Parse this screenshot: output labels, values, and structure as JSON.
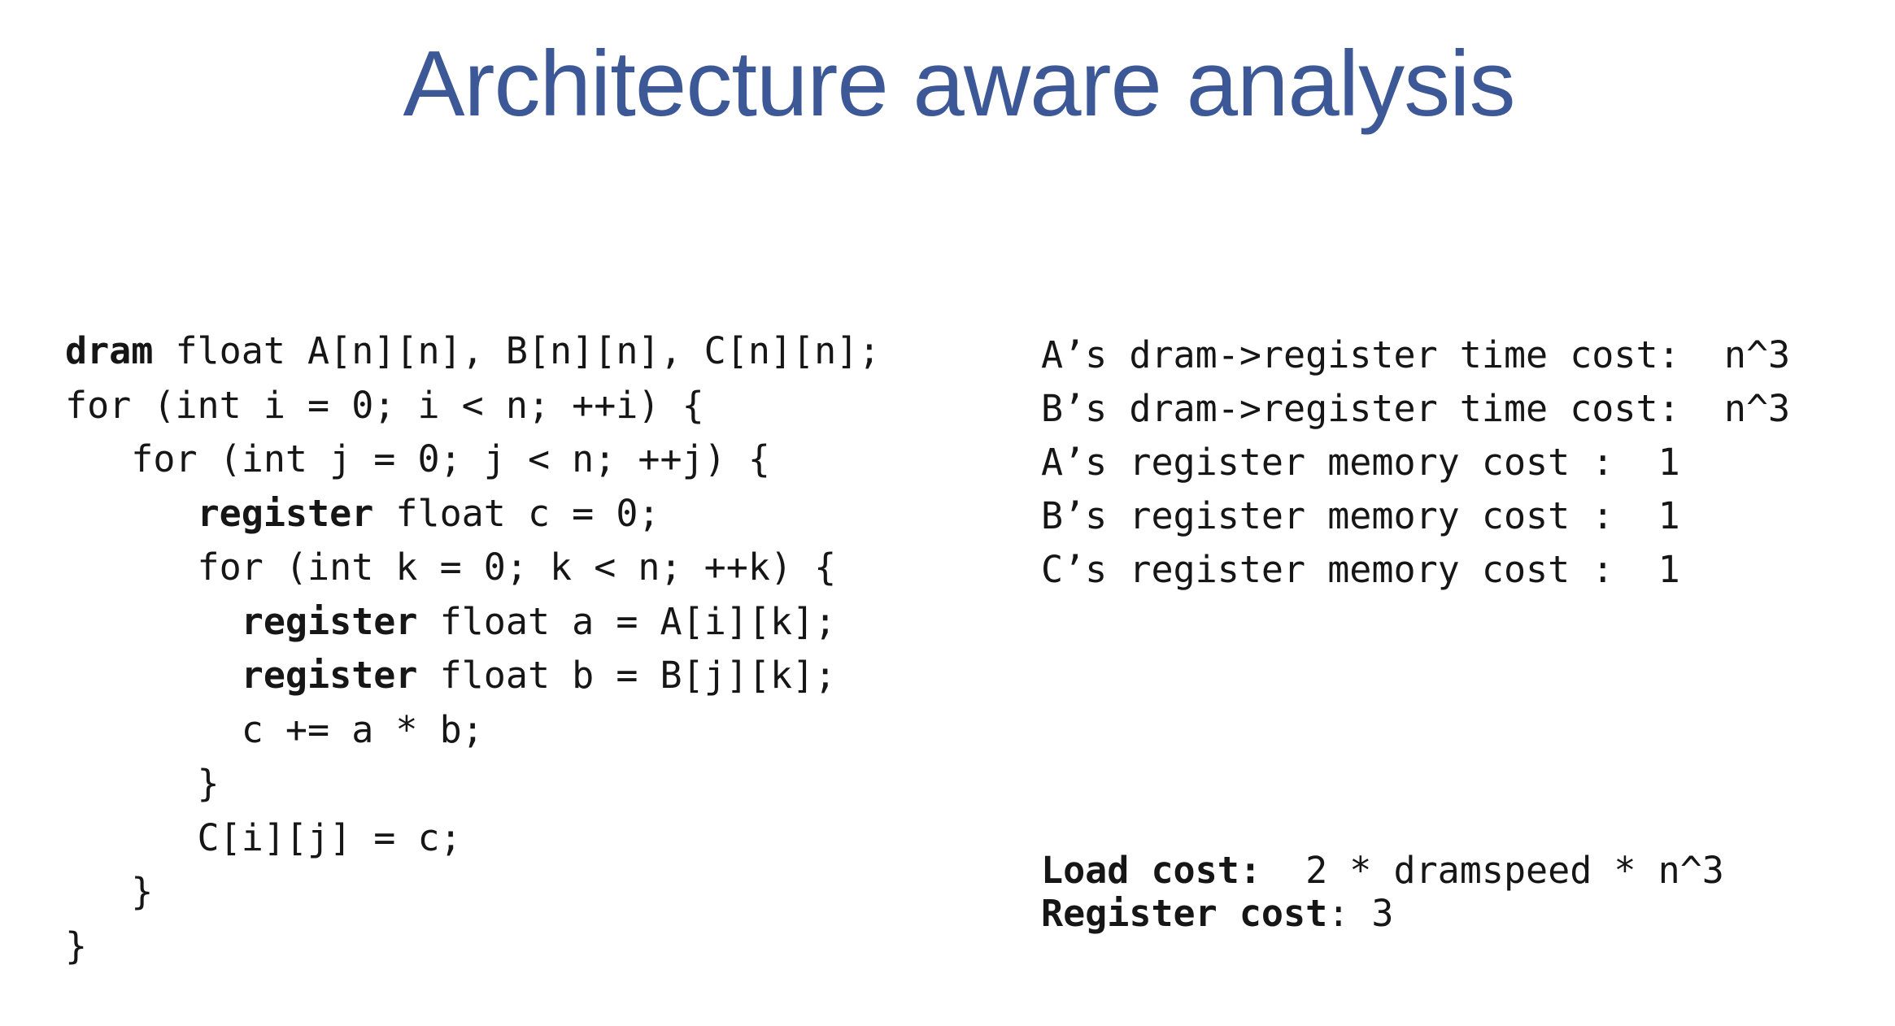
{
  "slide": {
    "background_color": "#ffffff",
    "text_color": "#161616"
  },
  "title": {
    "text": "Architecture aware analysis",
    "color": "#3C5896"
  },
  "code_block": {
    "lines": [
      [
        {
          "t": "dram",
          "b": true
        },
        {
          "t": " float A[n][n], B[n][n], C[n][n];"
        }
      ],
      [
        {
          "t": "for (int i = 0; i < n; ++i) {"
        }
      ],
      [
        {
          "t": "   for (int j = 0; j < n; ++j) {"
        }
      ],
      [
        {
          "t": "      "
        },
        {
          "t": "register",
          "b": true
        },
        {
          "t": " float c = 0;"
        }
      ],
      [
        {
          "t": "      for (int k = 0; k < n; ++k) {"
        }
      ],
      [
        {
          "t": "        "
        },
        {
          "t": "register",
          "b": true
        },
        {
          "t": " float a = A[i][k];"
        }
      ],
      [
        {
          "t": "        "
        },
        {
          "t": "register",
          "b": true
        },
        {
          "t": " float b = B[j][k];"
        }
      ],
      [
        {
          "t": "        c += a * b;"
        }
      ],
      [
        {
          "t": "      }"
        }
      ],
      [
        {
          "t": "      C[i][j] = c;"
        }
      ],
      [
        {
          "t": "   }"
        }
      ],
      [
        {
          "t": "}"
        }
      ]
    ]
  },
  "cost_analysis": {
    "lines": [
      "A’s dram->register time cost:  n^3",
      "B’s dram->register time cost:  n^3",
      "A’s register memory cost :  1",
      "B’s register memory cost :  1",
      "C’s register memory cost :  1"
    ]
  },
  "cost_summary": {
    "lines": [
      [
        {
          "t": "Load cost:",
          "b": true
        },
        {
          "t": "  2 * dramspeed * n^3"
        }
      ],
      [
        {
          "t": "Register cost",
          "b": true
        },
        {
          "t": ": 3"
        }
      ]
    ]
  }
}
